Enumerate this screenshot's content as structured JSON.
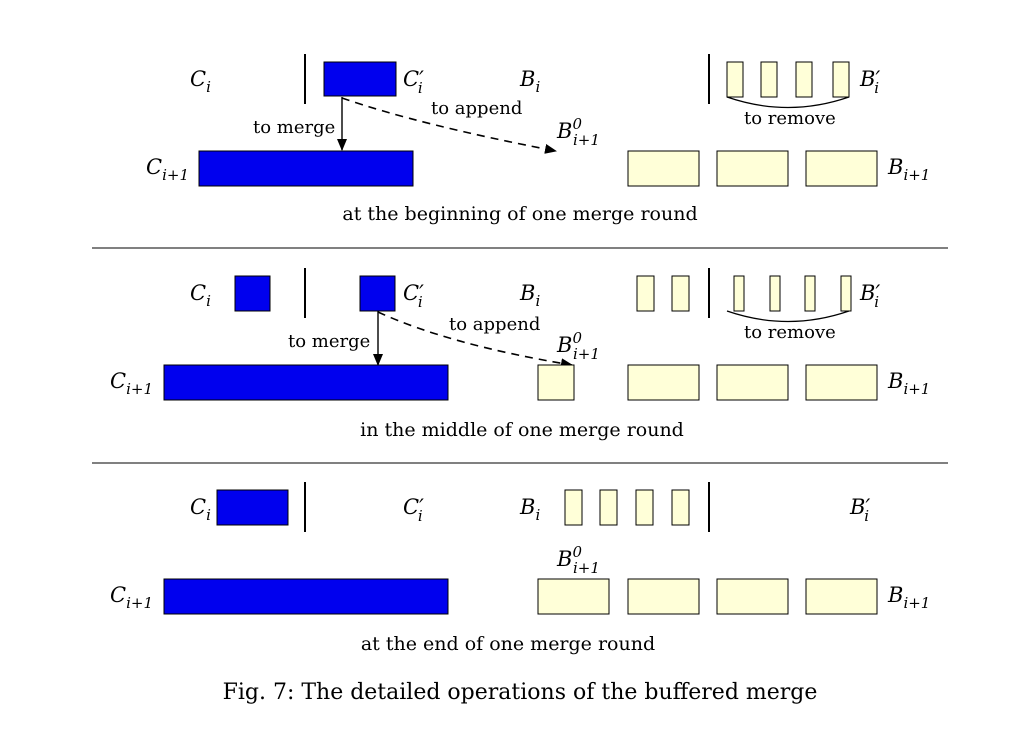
{
  "symbols": {
    "ci": "C",
    "ci_prime": "C",
    "ci1": "C",
    "bi": "B",
    "bi_prime": "B",
    "bi1": "B",
    "b0": "B"
  },
  "subscripts": {
    "i": "i",
    "i_plus_1": "i+1"
  },
  "superscripts": {
    "prime": "′",
    "zero": "0"
  },
  "labels": {
    "to_merge": "to merge",
    "to_append": "to append",
    "to_remove": "to remove"
  },
  "panels": [
    {
      "caption": "at the beginning of one merge round"
    },
    {
      "caption": "in the middle of one merge round"
    },
    {
      "caption": "at the end of one merge round"
    }
  ],
  "figure_caption": "Fig. 7: The detailed operations of the buffered merge",
  "colors": {
    "merge_block": "#0000ee",
    "buffer_block": "#ffffd8"
  }
}
